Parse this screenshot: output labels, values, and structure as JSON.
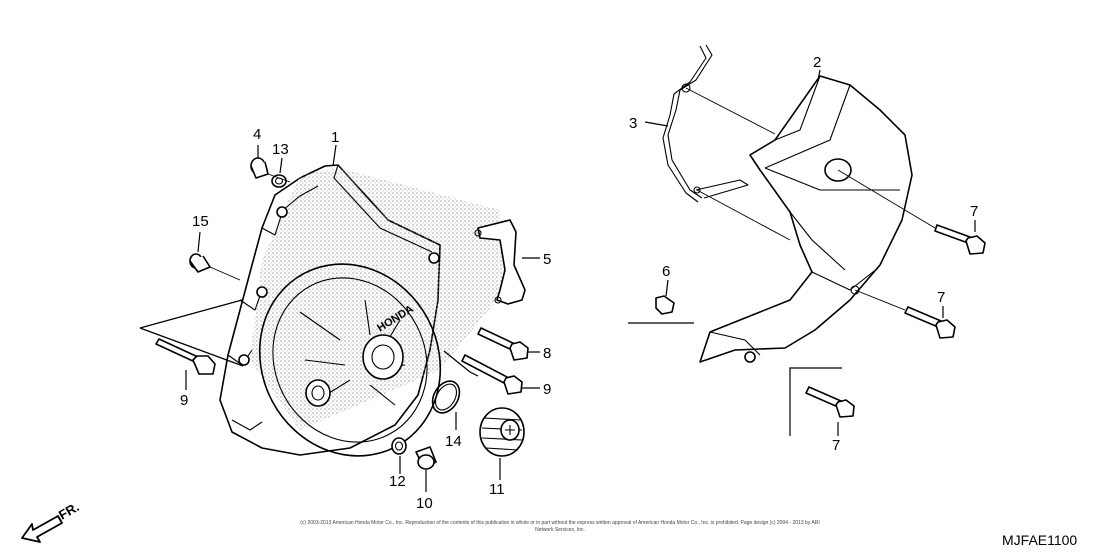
{
  "callouts": {
    "c1": "1",
    "c2": "2",
    "c3": "3",
    "c4": "4",
    "c5": "5",
    "c6": "6",
    "c7a": "7",
    "c7b": "7",
    "c7c": "7",
    "c8": "8",
    "c9a": "9",
    "c9b": "9",
    "c10": "10",
    "c11": "11",
    "c12": "12",
    "c13": "13",
    "c14": "14",
    "c15": "15"
  },
  "cover_logo": "HONDA",
  "direction_label": "FR.",
  "copyright": "(c) 2003-2013 American Honda Motor Co., Inc. Reproduction of the contents of this publication in whole or in part without the express written approval of American Honda Motor Co., Inc. is prohibited. Page design (c) 2004 - 2013 by ARI Network Services, Inc.",
  "diagram_code": "MJFAE1100",
  "colors": {
    "ink": "#000000",
    "stipple": "#8a8a8a"
  }
}
